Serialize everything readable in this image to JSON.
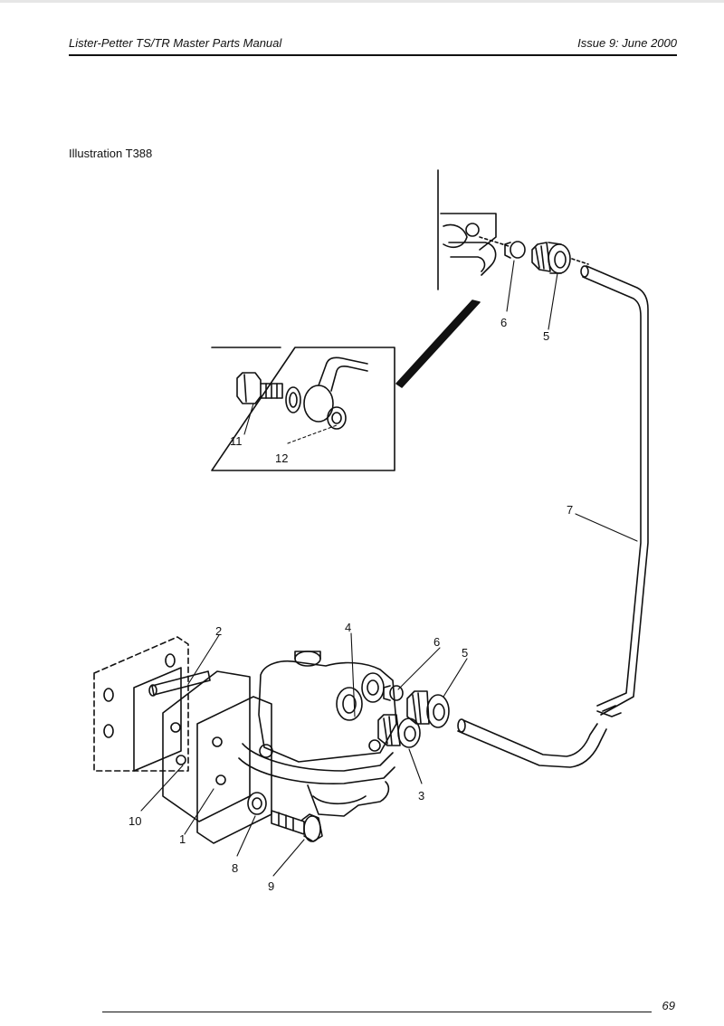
{
  "header": {
    "title": "Lister-Petter TS/TR Master Parts Manual",
    "issue": "Issue 9: June 2000"
  },
  "illustration": {
    "caption": "Illustration T388",
    "callouts": [
      "1",
      "2",
      "3",
      "4",
      "5",
      "6",
      "7",
      "8",
      "9",
      "10",
      "11",
      "12",
      "5",
      "6"
    ]
  },
  "footer": {
    "page_number": "69"
  }
}
